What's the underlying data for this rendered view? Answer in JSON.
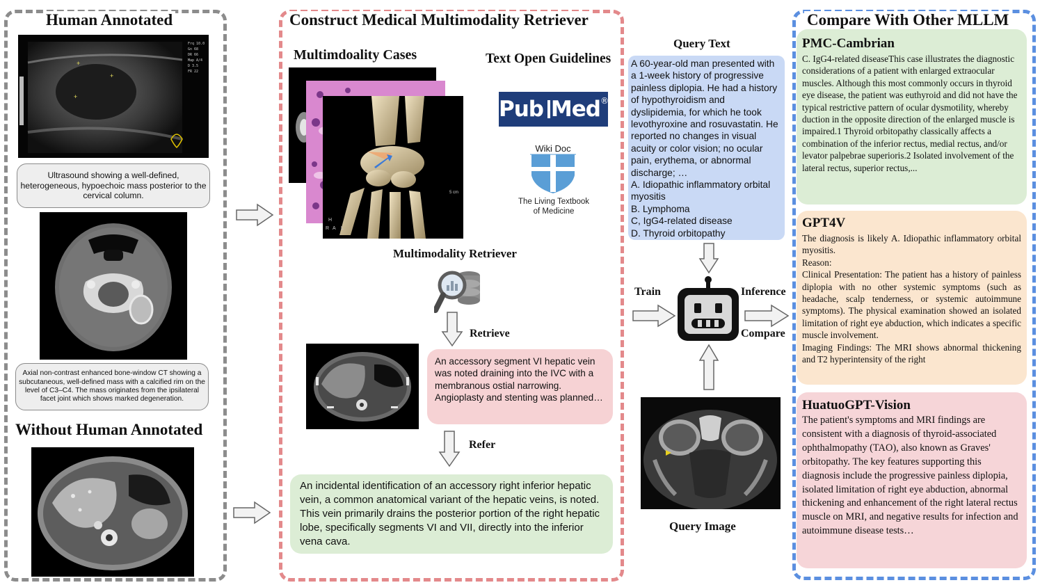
{
  "left": {
    "title": "Human Annotated",
    "caption1": "Ultrasound showing a well-defined, heterogeneous, hypoechoic mass posterior to the cervical column.",
    "caption2": "Axial non-contrast enhanced bone-window CT showing a subcutaneous, well-defined mass with a calcified rim on the level of C3–C4. The mass originates from the ipsilateral facet joint which shows marked degeneration.",
    "title2": "Without Human Annotated"
  },
  "middle": {
    "title": "Construct Medical Multimodality Retriever",
    "cases_label": "Multimdoality Cases",
    "guidelines_label": "Text Open Guidelines",
    "pubmed": {
      "logo_text_a": "Pub",
      "logo_text_b": "Med",
      "registered": "®"
    },
    "wikidoc": {
      "logo_text": "Wiki Doc",
      "caption_line1": "The Living Textbook",
      "caption_line2": "of Medicine"
    },
    "retriever_label": "Multimodality Retriever",
    "retrieve_label": "Retrieve",
    "refer_label": "Refer",
    "retrieved_text": "An accessory segment VI hepatic vein was noted draining into the IVC with a membranous ostial narrowing. Angioplasty and stenting was planned…",
    "refer_text": "An incidental identification of an accessory right inferior hepatic vein, a common anatomical variant of the hepatic veins, is noted. This vein primarily drains the posterior portion of the right hepatic lobe, specifically segments VI and VII, directly into the inferior vena cava."
  },
  "query": {
    "text_label": "Query Text",
    "text": "A 60-year-old man presented with a 1-week history of progressive painless diplopia. He had a history of hypothyroidism and dyslipidemia, for which he took levothyroxine and rosuvastatin. He reported no changes in visual acuity or color vision; no ocular pain, erythema, or abnormal discharge; …",
    "options": [
      "A. Idiopathic inflammatory orbital myositis",
      "B. Lymphoma",
      "C, IgG4-related disease",
      "D. Thyroid orbitopathy"
    ],
    "train_label": "Train",
    "inference_label": "Inference",
    "compare_label": "Compare",
    "image_label": "Query Image"
  },
  "right": {
    "title": "Compare With Other MLLM",
    "models": [
      {
        "name": "PMC-Cambrian",
        "text": "C. IgG4-related diseaseThis case illustrates the diagnostic considerations of a patient with enlarged extraocular muscles. Although this most commonly occurs in thyroid eye disease, the patient was euthyroid and did not have the typical restrictive pattern of ocular dysmotility, whereby duction in the opposite direction of the enlarged muscle is impaired.1 Thyroid orbitopathy classically affects a combination of the inferior rectus, medial rectus, and/or levator palpebrae superioris.2 Isolated involvement of the lateral rectus, superior rectus,...",
        "color": "#dcedd5"
      },
      {
        "name": "GPT4V",
        "text": "The diagnosis is likely A. Idiopathic inflammatory orbital myositis.\nReason:\nClinical Presentation: The patient has a history of painless diplopia with no other systemic symptoms (such as headache, scalp tenderness, or systemic autoimmune symptoms). The physical examination showed an isolated limitation of right eye abduction, which indicates a specific muscle involvement.\nImaging Findings: The MRI shows abnormal thickening and T2 hyperintensity of the right",
        "color": "#fbe6cf"
      },
      {
        "name": "HuatuoGPT-Vision",
        "text": "The patient's symptoms and MRI findings are consistent with a diagnosis of thyroid-associated ophthalmopathy (TAO), also known as Graves' orbitopathy. The key features supporting this diagnosis include the progressive painless diplopia, isolated limitation of right eye abduction, abnormal thickening and enhancement of the right lateral rectus muscle on MRI, and negative results for infection and autoimmune disease tests…",
        "color": "#f6d5d8"
      }
    ]
  },
  "colors": {
    "gray_frame": "#8c8c8c",
    "red_frame": "#e3898b",
    "blue_frame": "#5b8fe0",
    "query_box": "#c9d9f5",
    "retrieved_box": "#f6d2d4",
    "refer_box": "#dcedd5",
    "pubmed_blue": "#1f3d7a",
    "wiki_blue": "#5a9ed6"
  }
}
